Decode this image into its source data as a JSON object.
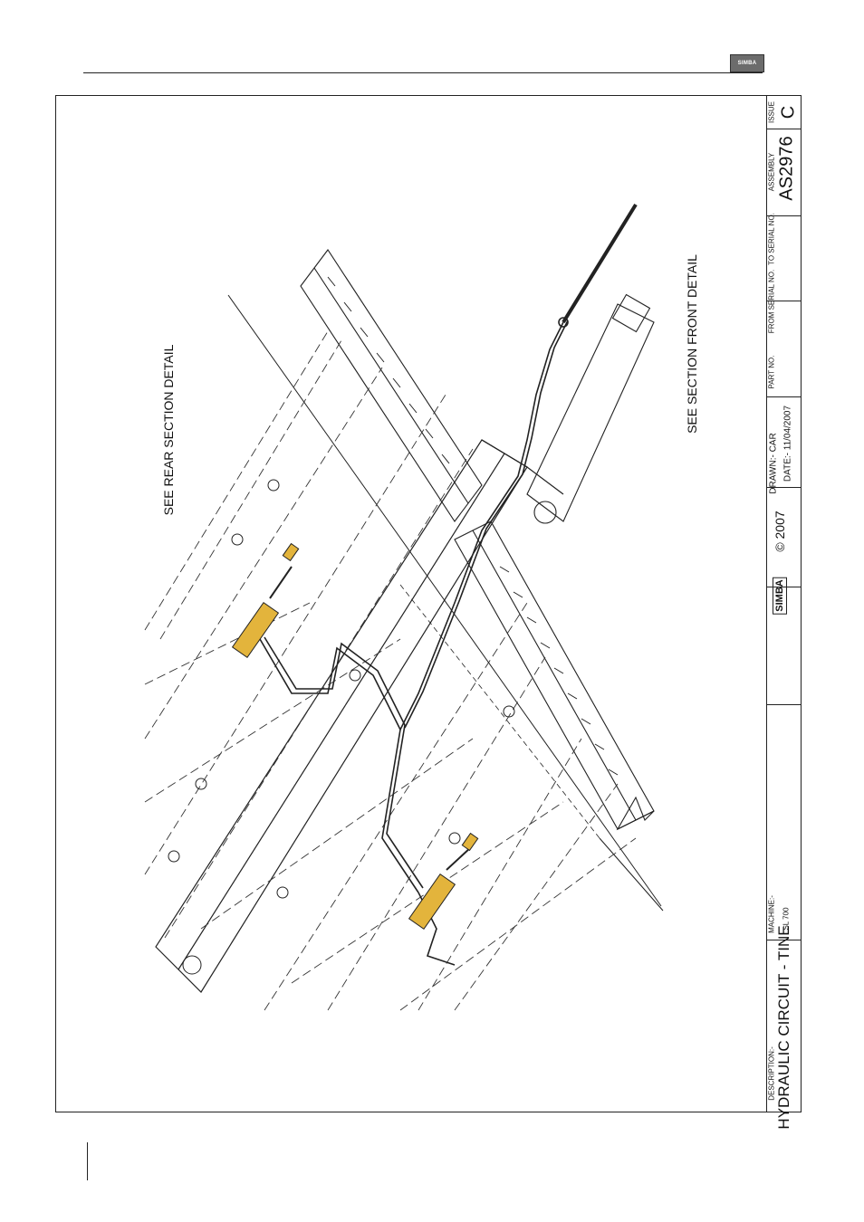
{
  "header": {
    "logo_text": "SIMBA"
  },
  "drawing": {
    "rear_note": "SEE REAR SECTION DETAIL",
    "front_note": "SEE SECTION FRONT DETAIL"
  },
  "title_block": {
    "description_label": "DESCRIPTION:-",
    "description": "HYDRAULIC CIRCUIT - TINE",
    "machine_label": "MACHINE:-",
    "machine": "SL 700",
    "logo_text": "SIMBA",
    "copyright": "© 2007",
    "drawn": "DRAWN:- CAR",
    "date": "DATE:- 11/04/2007",
    "part_no_label": "PART NO.",
    "from_serial_label": "FROM SERIAL NO.",
    "to_serial_label": "TO SERIAL NO.",
    "assembly_label": "ASSEMBLY",
    "assembly": "AS2976",
    "issue_label": "ISSUE",
    "issue": "C"
  },
  "colors": {
    "cylinder": "#e3b43c",
    "line": "#222222"
  }
}
